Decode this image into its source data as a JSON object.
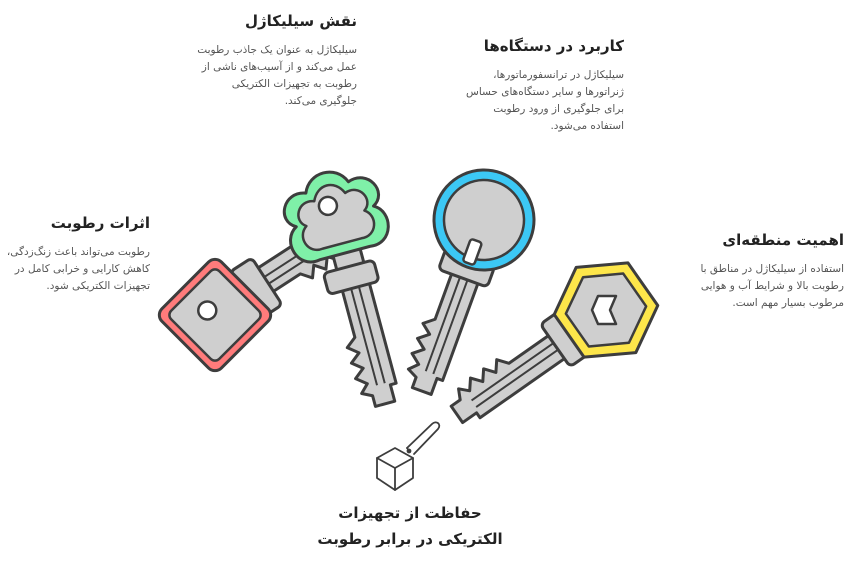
{
  "blocks": {
    "role": {
      "title": "نقش سیلیکاژل",
      "text": "سیلیکاژل به عنوان یک جاذب رطوبت عمل می‌کند و از آسیب‌های ناشی از رطوبت به تجهیزات الکتریکی جلوگیری می‌کند."
    },
    "usage": {
      "title": "کاربرد در دستگاه‌ها",
      "text": "سیلیکاژل در ترانسفورماتورها، ژنراتورها و سایر دستگاه‌های حساس برای جلوگیری از ورود رطوبت استفاده می‌شود."
    },
    "effects": {
      "title": "اثرات رطوبت",
      "text": "رطوبت می‌تواند باعث زنگ‌زدگی، کاهش کارایی و خرابی کامل در تجهیزات الکتریکی شود."
    },
    "regional": {
      "title": "اهمیت منطقه‌ای",
      "text": "استفاده از سیلیکاژل در مناطق با رطوبت بالا و شرایط آب و هوایی مرطوب بسیار مهم است."
    }
  },
  "bottom_title": {
    "line1": "حفاظت از تجهیزات",
    "line2": "الکتریکی در برابر رطوبت"
  },
  "colors": {
    "red": "#ff7b7b",
    "green": "#7ff0a8",
    "blue": "#3cc8f5",
    "yellow": "#fde64a",
    "metal": "#cfcfcf",
    "outline": "#3d3d3d"
  },
  "icons": [
    "red-key-icon",
    "green-key-icon",
    "blue-key-icon",
    "yellow-key-icon",
    "box-pen-icon"
  ]
}
